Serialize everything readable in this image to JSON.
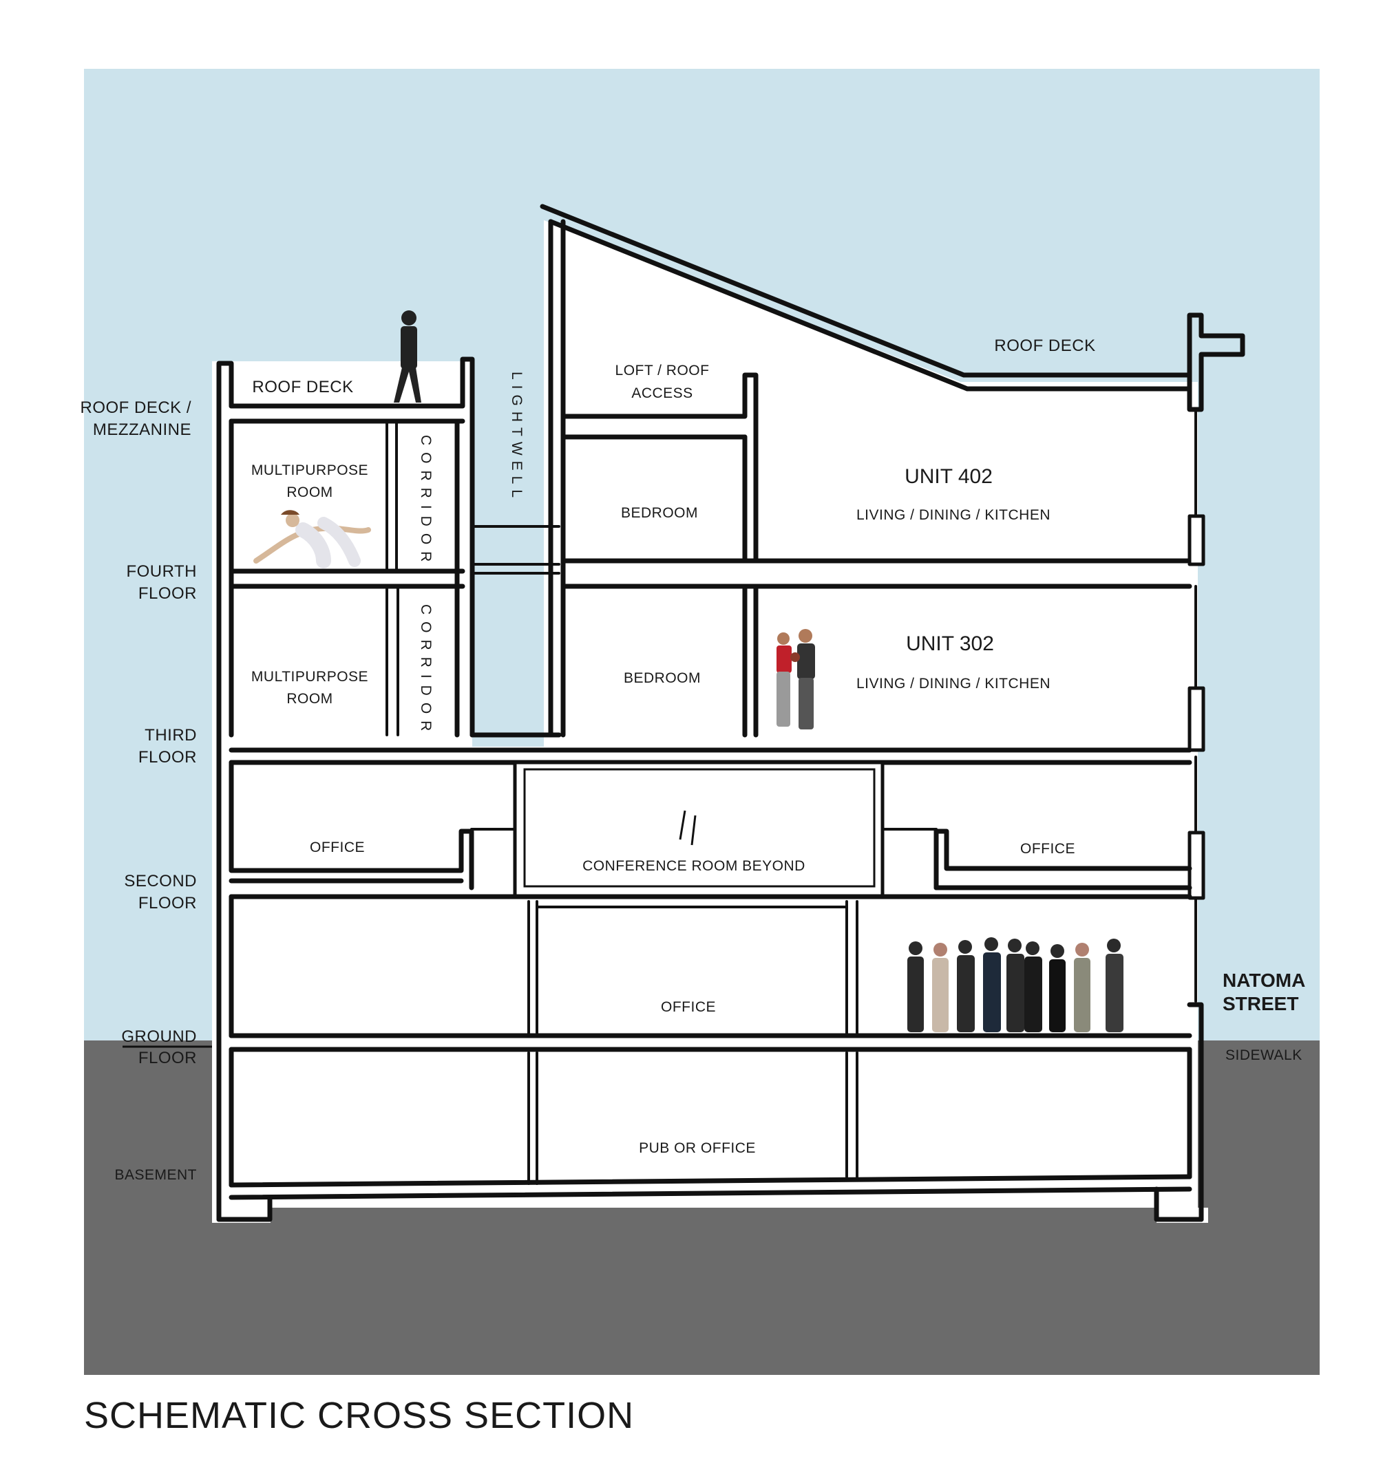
{
  "title": "SCHEMATIC CROSS SECTION",
  "colors": {
    "sky": "#cce3ec",
    "ground": "#6b6b6b",
    "building": "#ffffff",
    "line": "#111111"
  },
  "levels": {
    "roof_deck_mezzanine": [
      "ROOF DECK /",
      "MEZZANINE"
    ],
    "fourth_floor": [
      "FOURTH",
      "FLOOR"
    ],
    "third_floor": [
      "THIRD",
      "FLOOR"
    ],
    "second_floor": [
      "SECOND",
      "FLOOR"
    ],
    "ground_floor": [
      "GROUND",
      "FLOOR"
    ],
    "basement": "BASEMENT"
  },
  "rooms": {
    "roof_deck_left": "ROOF DECK",
    "roof_deck_right": "ROOF DECK",
    "multipurpose_upper": [
      "MULTIPURPOSE",
      "ROOM"
    ],
    "multipurpose_lower": [
      "MULTIPURPOSE",
      "ROOM"
    ],
    "corridor_upper": "CORRIDOR",
    "corridor_lower": "CORRIDOR",
    "lightwell": "LIGHTWELL",
    "loft": [
      "LOFT / ROOF",
      "ACCESS"
    ],
    "bedroom_upper": "BEDROOM",
    "bedroom_lower": "BEDROOM",
    "unit_402_name": "UNIT 402",
    "unit_402_desc": "LIVING / DINING / KITCHEN",
    "unit_302_name": "UNIT 302",
    "unit_302_desc": "LIVING / DINING / KITCHEN",
    "office_left": "OFFICE",
    "office_right": "OFFICE",
    "conference": "CONFERENCE ROOM BEYOND",
    "office_ground": "OFFICE",
    "pub": "PUB OR OFFICE"
  },
  "street": {
    "name": [
      "NATOMA",
      "STREET"
    ],
    "sidewalk": "SIDEWALK"
  }
}
